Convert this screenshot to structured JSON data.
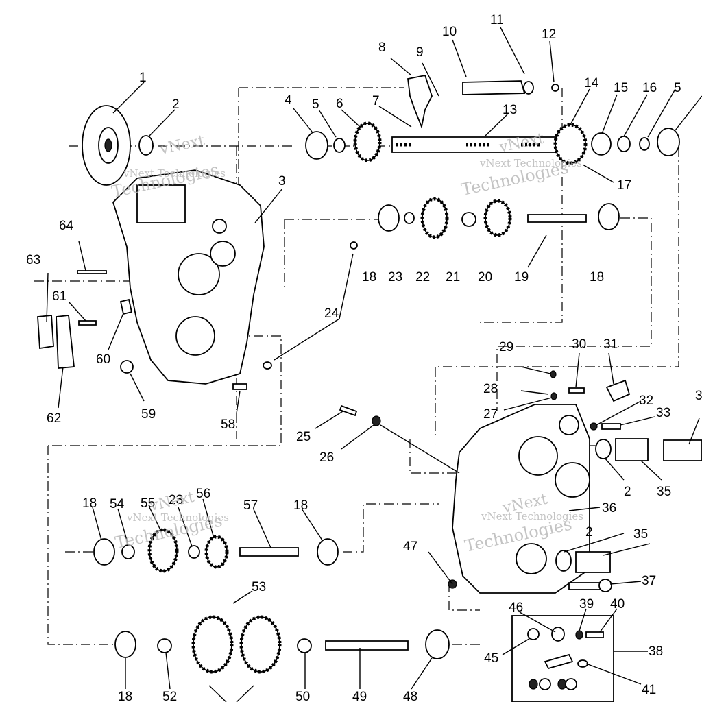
{
  "watermark": {
    "line1": "vNext",
    "line2": "vNext Technologies",
    "line3": "Technologies"
  },
  "callouts": {
    "c1": "1",
    "c2a": "2",
    "c2b": "2",
    "c2c": "2",
    "c3": "3",
    "c4": "4",
    "c5a": "5",
    "c5b": "5",
    "c6": "6",
    "c7": "7",
    "c8": "8",
    "c9": "9",
    "c10": "10",
    "c11": "11",
    "c12": "12",
    "c13": "13",
    "c14": "14",
    "c15": "15",
    "c16": "16",
    "c17": "17",
    "c18a": "18",
    "c18b": "18",
    "c18c": "18",
    "c18d": "18",
    "c18e": "18",
    "c19": "19",
    "c20": "20",
    "c21": "21",
    "c22": "22",
    "c23a": "23",
    "c23b": "23",
    "c24": "24",
    "c25": "25",
    "c26": "26",
    "c27": "27",
    "c28": "28",
    "c29": "29",
    "c30": "30",
    "c31": "31",
    "c32": "32",
    "c33": "33",
    "c34": "3",
    "c35a": "35",
    "c35b": "35",
    "c36": "36",
    "c37": "37",
    "c38": "38",
    "c39": "39",
    "c40": "40",
    "c41": "41",
    "c45": "45",
    "c46": "46",
    "c47": "47",
    "c48": "48",
    "c49": "49",
    "c50": "50",
    "c52": "52",
    "c53": "53",
    "c54": "54",
    "c55": "55",
    "c56": "56",
    "c57": "57",
    "c58": "58",
    "c59": "59",
    "c60": "60",
    "c61": "61",
    "c62": "62",
    "c63": "63",
    "c64": "64"
  }
}
